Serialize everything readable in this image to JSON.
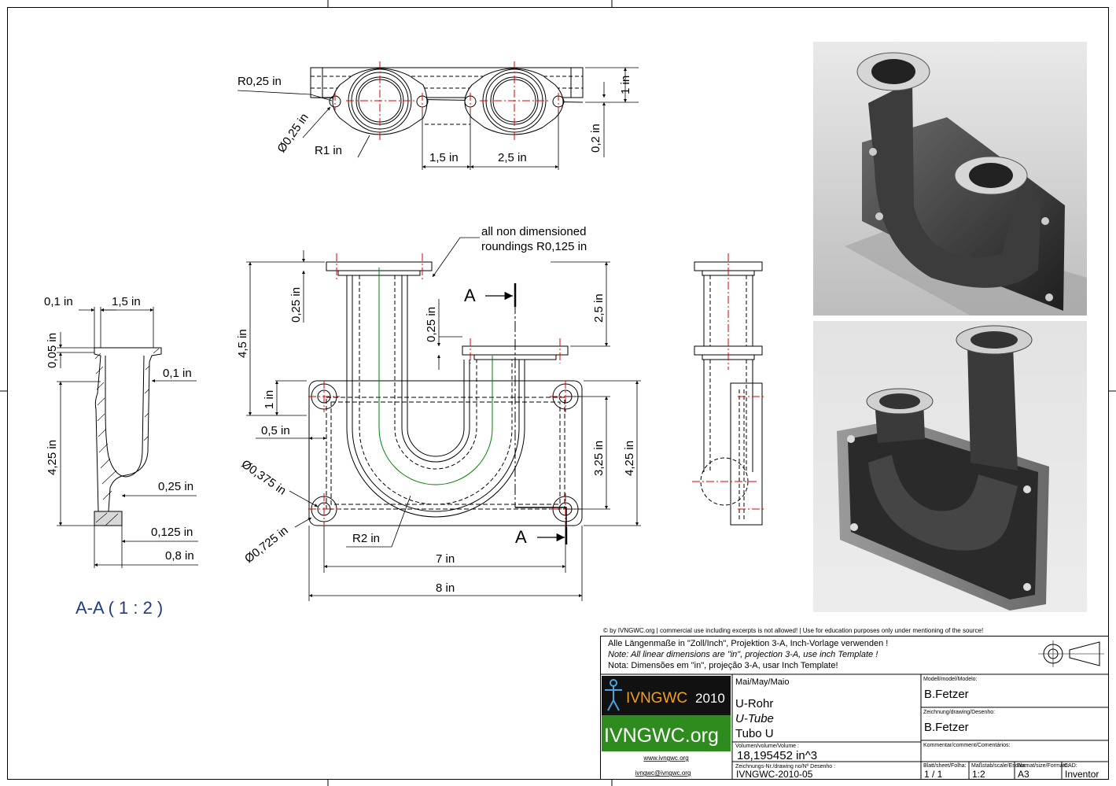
{
  "top_view": {
    "r025": "R0,25 in",
    "dia025": "Ø0,25 in",
    "r1": "R1 in",
    "d15": "1,5 in",
    "d25": "2,5 in",
    "d1": "1 in",
    "d02": "0,2 in"
  },
  "front_view": {
    "note_line1": "all non dimensioned",
    "note_line2": "roundings R0,125 in",
    "d025a": "0,25 in",
    "d45": "4,5 in",
    "d1": "1 in",
    "d05": "0,5 in",
    "d025b": "0,25 in",
    "d25": "2,5 in",
    "d325": "3,25 in",
    "d425": "4,25 in",
    "dia0375": "Ø0,375 in",
    "dia0725": "Ø0,725 in",
    "r2": "R2 in",
    "d7": "7 in",
    "d8": "8 in",
    "section_mark": "A"
  },
  "section_view": {
    "d01a": "0,1 in",
    "d15": "1,5 in",
    "d005": "0,05 in",
    "d01b": "0,1 in",
    "d425": "4,25 in",
    "d025": "0,25 in",
    "d0125": "0,125 in",
    "d08": "0,8 in",
    "title": "A-A ( 1 : 2 )"
  },
  "title_block": {
    "copyright": "© by IVNGWC.org | commercial use including excerpts is not allowed! | Use for education purposes only under mentioning of the source!",
    "note_de": "Alle Längenmaße in \"Zoll/Inch\", Projektion 3-A, Inch-Vorlage verwenden !",
    "note_en": "Note: All linear dimensions are \"in\", projection 3-A, use inch Template !",
    "note_pt": "Nota: Dimensões em \"in\", projeção 3-A, usar Inch Template!",
    "logo_name": "IVNGWC",
    "logo_year": "2010",
    "logo_org": "IVNGWC.org",
    "www": "www.ivngwc.org",
    "email": "ivngwc@ivngwc.org",
    "date": "Mai/May/Maio",
    "name_de": "U-Rohr",
    "name_en": "U-Tube",
    "name_pt": "Tubo U",
    "volume_label": "Volumen/volume/Volume :",
    "volume": "18,195452 in^3",
    "drawing_no_label": "Zeichnungs-Nr./drawing no/Nº Desenho :",
    "drawing_no": "IVNGWC-2010-05",
    "model_label": "Modell/model/Modelo:",
    "model_by": "B.Fetzer",
    "drawing_label": "Zeichnung/drawing/Desenho:",
    "drawing_by": "B.Fetzer",
    "comment_label": "Kommentar/comment/Comentários:",
    "sheet_label": "Blatt/sheet/Folha:",
    "sheet": "1 /  1",
    "scale_label": "Maßstab/scale/Escala:",
    "scale": "1:2",
    "format_label": "Format/size/Formato:",
    "format": "A3",
    "cad_label": "CAD:",
    "cad": "Inventor"
  },
  "colors": {
    "line": "#000000",
    "center": "#e00000",
    "green": "#008000",
    "logo_green": "#2e8b1e"
  }
}
